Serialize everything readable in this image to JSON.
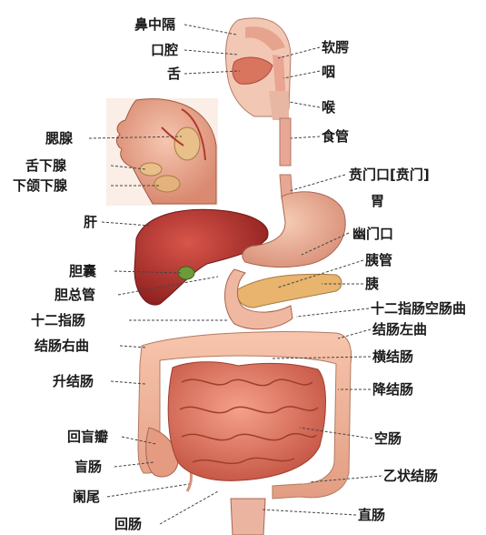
{
  "labels": {
    "nasal_septum": "鼻中隔",
    "oral_cavity": "口腔",
    "tongue": "舌",
    "soft_palate": "软腭",
    "pharynx": "咽",
    "larynx": "喉",
    "esophagus": "食管",
    "parotid_gland": "腮腺",
    "sublingual_gland": "舌下腺",
    "submandibular_gland": "下颌下腺",
    "cardia": "贲门口[贲门]",
    "stomach": "胃",
    "liver": "肝",
    "pylorus": "幽门口",
    "pancreatic_duct": "胰管",
    "gallbladder": "胆囊",
    "pancreas": "胰",
    "common_bile_duct": "胆总管",
    "duodenojejunal_flexure": "十二指肠空肠曲",
    "duodenum": "十二指肠",
    "left_colic_flexure": "结肠左曲",
    "right_colic_flexure": "结肠右曲",
    "transverse_colon": "横结肠",
    "ascending_colon": "升结肠",
    "descending_colon": "降结肠",
    "ileocecal_valve": "回盲瓣",
    "jejunum": "空肠",
    "cecum": "盲肠",
    "sigmoid_colon": "乙状结肠",
    "appendix": "阑尾",
    "rectum": "直肠",
    "ileum": "回肠"
  }
}
